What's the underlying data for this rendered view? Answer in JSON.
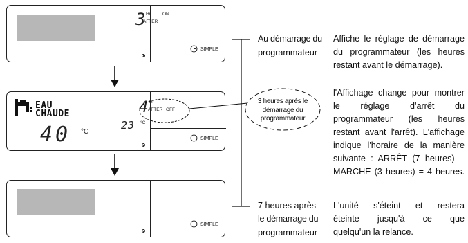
{
  "panels": [
    {
      "timer_digit": "3",
      "hr": "Hr",
      "on": "ON",
      "after": "AFTER",
      "simple": "SIMPLE"
    },
    {
      "mode_line1": "EAU",
      "mode_line2": "CHAUDE",
      "temp_big": "40",
      "temp_unit": "°C",
      "temp_small": "23",
      "temp_small_unit": "°C",
      "timer_digit": "4",
      "hr": "Hr",
      "after": "AFTER",
      "off": "OFF",
      "simple": "SIMPLE"
    },
    {
      "simple": "SIMPLE"
    }
  ],
  "callout": "3 heures après le démarrage du programmateur",
  "timeline_labels": [
    {
      "line1": "Au démarrage du",
      "line2": "programmateur"
    },
    {
      "line1": "7 heures après",
      "line2": "le démarrage du",
      "line3": "programmateur"
    }
  ],
  "descriptions": {
    "d1": [
      "Affiche le réglage de démarrage",
      "du programmateur (les heures",
      "restant avant le démarrage)."
    ],
    "d2": [
      "l'Affichage change pour montrer",
      "le réglage d'arrêt du",
      "programmateur (les heures",
      "restant avant l'arrêt). L'affichage",
      "indique l'horaire de la manière",
      "suivante : ARRÊT (7 heures) –",
      "MARCHE (3 heures) = 4 heures."
    ],
    "d3": [
      "L'unité s'éteint et restera",
      "éteinte jusqu'à ce que",
      "quelqu'un la relance."
    ]
  },
  "icons": [
    "clock-icon",
    "tap-icon",
    "timer-dot-icon",
    "down-arrow-icon"
  ]
}
